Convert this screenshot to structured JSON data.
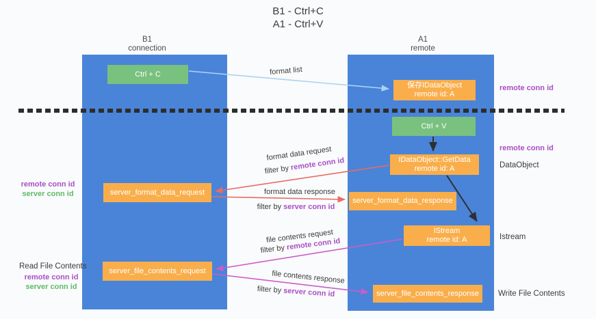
{
  "title": {
    "line1": "B1 - Ctrl+C",
    "line2": "A1 - Ctrl+V"
  },
  "columns": {
    "b1": {
      "name": "B1",
      "role": "connection"
    },
    "a1": {
      "name": "A1",
      "role": "remote"
    }
  },
  "boxes": {
    "ctrl_c": {
      "label": "Ctrl + C"
    },
    "ctrl_v": {
      "label": "Ctrl + V"
    },
    "save_idataobject": {
      "line1": "保存IDataObject",
      "line2": "remote id: A"
    },
    "getdata": {
      "line1": "IDataObject::GetData",
      "line2": "remote id: A"
    },
    "istream": {
      "line1": "IStream",
      "line2": "remote id: A"
    },
    "format_request": {
      "label": "server_format_data_request"
    },
    "format_response": {
      "label": "server_format_data_response"
    },
    "file_request": {
      "label": "server_file_contents_request"
    },
    "file_response": {
      "label": "server_file_contents_response"
    }
  },
  "arrow_labels": {
    "format_list": "format list",
    "format_data_request": "format data request",
    "format_data_response": "format data response",
    "file_contents_request": "file contents request",
    "file_contents_response": "file contents response",
    "filter_by": "filter by",
    "remote_conn_id": "remote conn id",
    "server_conn_id": "server conn id"
  },
  "side_labels": {
    "remote_conn_id": "remote conn id",
    "server_conn_id": "server conn id",
    "dataobject": "DataObject",
    "istream": "Istream",
    "read_file_contents": "Read File Contents",
    "write_file_contents": "Write File Contents"
  },
  "colors": {
    "column_blue": "#4a84d8",
    "box_green": "#79c17e",
    "box_orange": "#f9ae4b",
    "arrow_red": "#e96b61",
    "arrow_magenta": "#ca5dc9",
    "arrow_light_blue": "#a8d3f2",
    "arrow_black": "#2f2f2f",
    "text_purple": "#a94fc4",
    "text_green": "#5fba66"
  }
}
